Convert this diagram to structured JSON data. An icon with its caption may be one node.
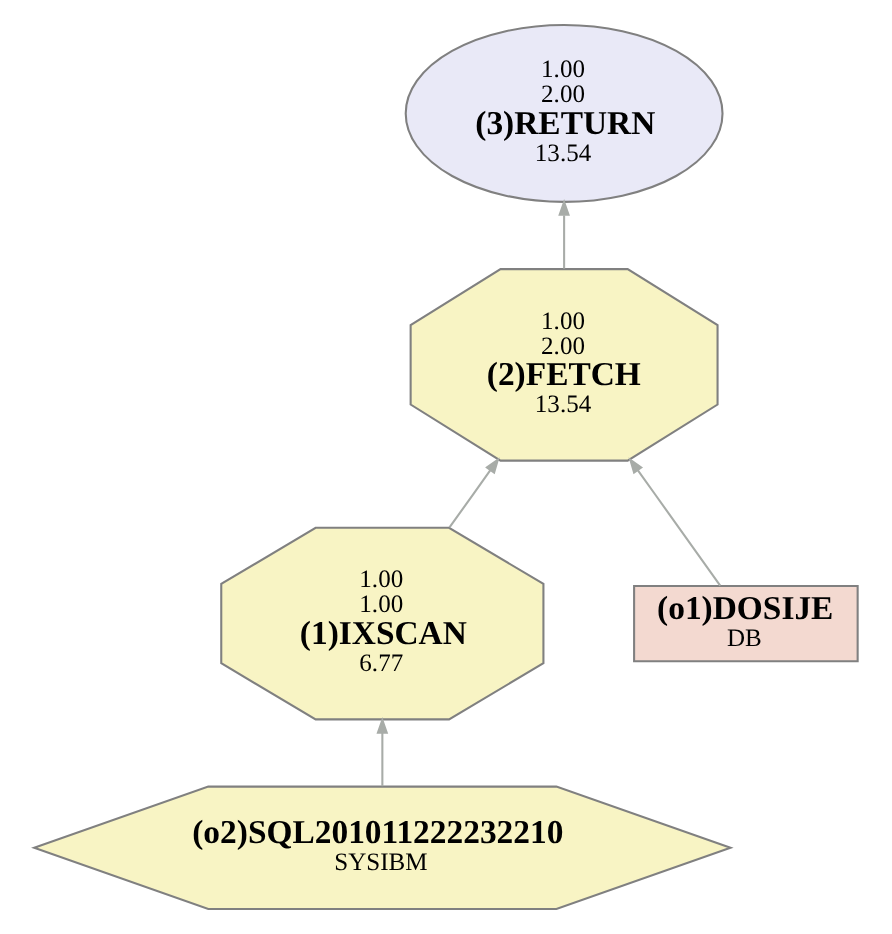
{
  "diagram": {
    "nodes": [
      {
        "text": [
          "1.00",
          "2.00",
          "(3)RETURN",
          "13.54"
        ]
      },
      {
        "text": [
          "1.00",
          "2.00",
          "(2)FETCH",
          "13.54"
        ]
      },
      {
        "text": [
          "1.00",
          "1.00",
          "(1)IXSCAN",
          "6.77"
        ]
      },
      {
        "text": [
          "(o1)DOSIJE",
          "DB"
        ]
      },
      {
        "text": [
          "(o2)SQL201011222232210",
          "SYSIBM"
        ]
      }
    ],
    "edges": [
      {
        "from": 1,
        "to": 0,
        "arrow": "to"
      },
      {
        "from": 2,
        "to": 1,
        "arrow": "to"
      },
      {
        "from": 3,
        "to": 1,
        "arrow": "to"
      },
      {
        "from": 4,
        "to": 2,
        "arrow": "to"
      }
    ]
  }
}
